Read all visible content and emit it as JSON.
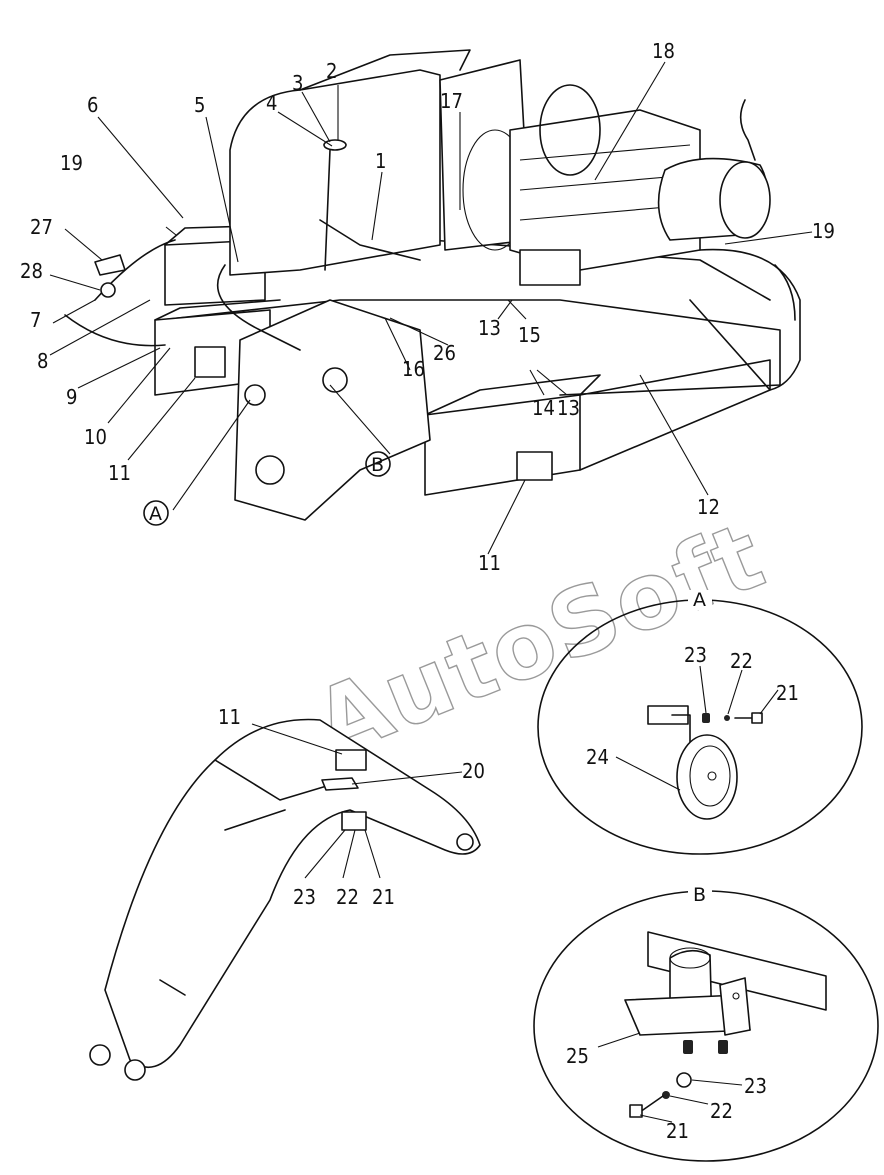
{
  "diagram": {
    "callouts": [
      "1",
      "2",
      "3",
      "4",
      "5",
      "6",
      "7",
      "8",
      "9",
      "10",
      "11",
      "12",
      "13",
      "13",
      "14",
      "15",
      "16",
      "17",
      "18",
      "19",
      "19",
      "26",
      "27",
      "28",
      "11",
      "11",
      "20",
      "23",
      "22",
      "21"
    ],
    "detail_a": {
      "title": "A",
      "callouts": [
        "23",
        "22",
        "21",
        "24"
      ]
    },
    "detail_b": {
      "title": "B",
      "callouts": [
        "25",
        "23",
        "22",
        "21"
      ]
    },
    "circle_markers": [
      "A",
      "B"
    ],
    "watermark": "AutoSoft"
  }
}
